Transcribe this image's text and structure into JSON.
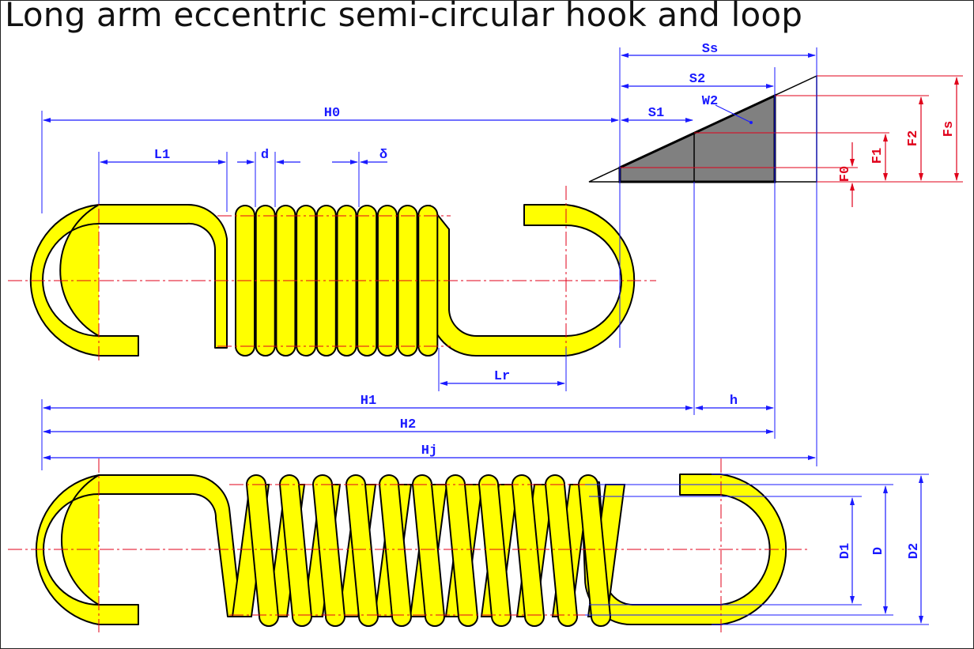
{
  "title": "Long arm eccentric semi-circular hook and loop",
  "labels": {
    "ss": "Ss",
    "s2": "S2",
    "s1": "S1",
    "w2": "W2",
    "h0": "H0",
    "l1": "L1",
    "d": "d",
    "delta": "δ",
    "lr": "Lr",
    "h1": "H1",
    "h": "h",
    "h2": "H2",
    "hj": "Hj",
    "f0": "F0",
    "f1": "F1",
    "f2": "F2",
    "fs": "Fs",
    "d1_outer": "D1",
    "d_mean": "D",
    "d2": "D2"
  },
  "colors": {
    "spring": "#ffff00",
    "dimension": "#1a1aff",
    "load": "#e0001a",
    "centerline": "#e0001a",
    "triangle_fill": "#808080"
  }
}
